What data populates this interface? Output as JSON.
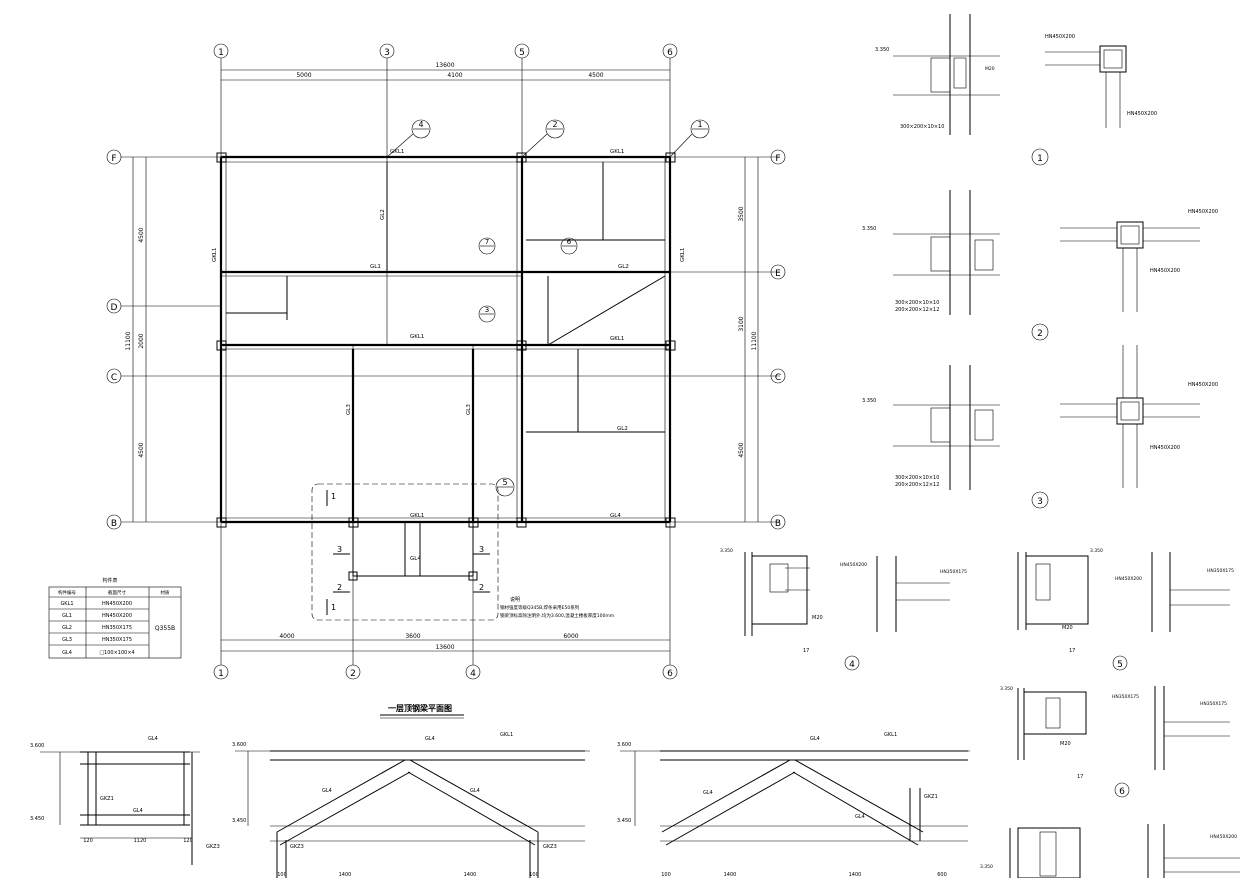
{
  "plan": {
    "title": "一层顶钢梁平面图",
    "top_axes": [
      "1",
      "3",
      "5",
      "6"
    ],
    "bottom_axes": [
      "1",
      "2",
      "4",
      "6"
    ],
    "left_axes": [
      "F",
      "D",
      "C",
      "B"
    ],
    "right_axes": [
      "F",
      "E",
      "C",
      "B"
    ],
    "top_total": "13600",
    "top_dims": [
      "5000",
      "4100",
      "4500"
    ],
    "bottom_total": "13600",
    "bottom_dims": [
      "4000",
      "3600",
      "6000"
    ],
    "left_dims": [
      "4500",
      "2000",
      "4500"
    ],
    "left_total": "11100",
    "right_dims": [
      "3500",
      "3100",
      "4500"
    ],
    "right_total": "11100",
    "beam_labels": [
      "GKL1",
      "GKL1",
      "GKL1",
      "GKL1",
      "GL1",
      "GL2",
      "GL2",
      "GL3",
      "GL3",
      "GL2",
      "GKL1",
      "GKL1",
      "GKL1",
      "GL4",
      "GL4"
    ],
    "detail_callouts": [
      "4",
      "2",
      "1",
      "7",
      "6",
      "3",
      "5"
    ],
    "note_title": "说明",
    "note_lines": [
      "钢材强度等级Q345B,焊条采用E50系列",
      "钢梁顶标高除注明外,均为3.600,混凝土楼板厚度100mm"
    ]
  },
  "legend": {
    "title": "构件表",
    "headers": [
      "构件编号",
      "截面尺寸",
      "材质"
    ],
    "rows": [
      [
        "GKL1",
        "HN450X200"
      ],
      [
        "GL1",
        "HN450X200"
      ],
      [
        "GL2",
        "HN350X175"
      ],
      [
        "GL3",
        "HN350X175"
      ],
      [
        "GL4",
        "□100×100×4"
      ]
    ],
    "material": "Q355B"
  },
  "details": {
    "d1": "1",
    "d2": "2",
    "d3": "3",
    "d4": "4",
    "d5": "5",
    "d6": "6",
    "beam_hn450": "HN450X200",
    "beam_hn350": "HN350X175",
    "bolt": "M20",
    "plate_a": "300×200×10×10",
    "plate_b": "200×200×12×12",
    "elev": "3.350",
    "section_mark": "17"
  },
  "sections": {
    "s1_labels": [
      "GL4",
      "GKZ1",
      "GL4",
      "GKZ3"
    ],
    "s1_dims": [
      "120",
      "1120",
      "120"
    ],
    "s2_labels": [
      "GL4",
      "GKL1",
      "GL4",
      "GKZ3",
      "GL4",
      "GKZ3"
    ],
    "s2_dims": [
      "100",
      "1400",
      "1400",
      "100"
    ],
    "s3_labels": [
      "GL4",
      "GKL1",
      "GL4",
      "GKZ1",
      "GL4"
    ],
    "s3_dims": [
      "100",
      "1400",
      "1400",
      "600"
    ],
    "elev_a": "3.600",
    "elev_b": "3.450"
  },
  "section_marks": [
    "1",
    "1",
    "2",
    "2",
    "3",
    "3"
  ]
}
